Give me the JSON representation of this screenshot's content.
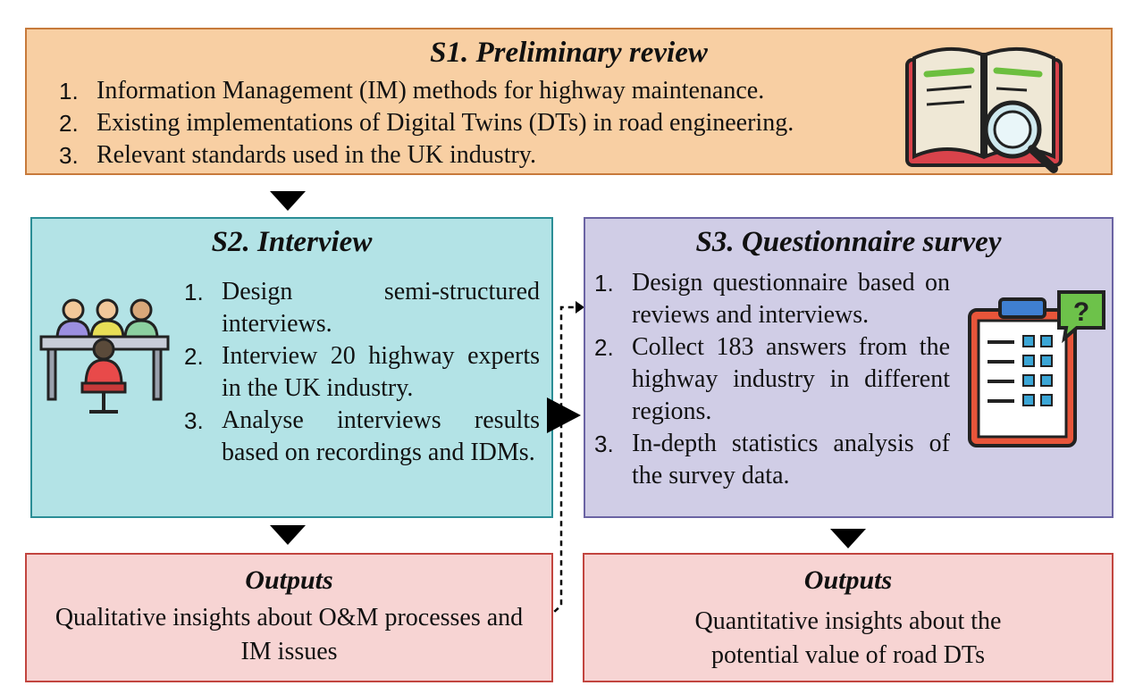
{
  "s1": {
    "title": "S1. Preliminary review",
    "items": [
      {
        "num": "1.",
        "text": "Information Management (IM) methods for highway maintenance."
      },
      {
        "num": "2.",
        "text": "Existing implementations of Digital Twins (DTs) in road engineering."
      },
      {
        "num": "3.",
        "text": "Relevant standards used in the UK industry."
      }
    ]
  },
  "s2": {
    "title": "S2. Interview",
    "items": [
      {
        "num": "1.",
        "text": "Design semi-structured interviews."
      },
      {
        "num": "2.",
        "text": "Interview 20 highway experts in the UK industry."
      },
      {
        "num": "3.",
        "text": "Analyse interviews results based on recordings and IDMs."
      }
    ]
  },
  "s3": {
    "title": "S3. Questionnaire survey",
    "items": [
      {
        "num": "1.",
        "text": "Design questionnaire based on reviews and interviews."
      },
      {
        "num": "2.",
        "text": "Collect 183 answers from the highway industry in different regions."
      },
      {
        "num": "3.",
        "text": "In-depth statistics analysis of the survey data."
      }
    ]
  },
  "out_left": {
    "title": "Outputs",
    "text": "Qualitative insights about O&M processes and IM issues"
  },
  "out_right": {
    "title": "Outputs",
    "text": "Quantitative insights about the potential value of road DTs"
  },
  "icons": {
    "s1": "book-magnifier-icon",
    "s2": "interview-panel-icon",
    "s3": "clipboard-checklist-icon"
  },
  "colors": {
    "s1_fill": "#f8cfa3",
    "s1_border": "#c77a3b",
    "s2_fill": "#b3e3e6",
    "s2_border": "#2b8e96",
    "s3_fill": "#d0cde6",
    "s3_border": "#6a63a3",
    "out_fill": "#f7d4d3",
    "out_border": "#c2453f"
  }
}
